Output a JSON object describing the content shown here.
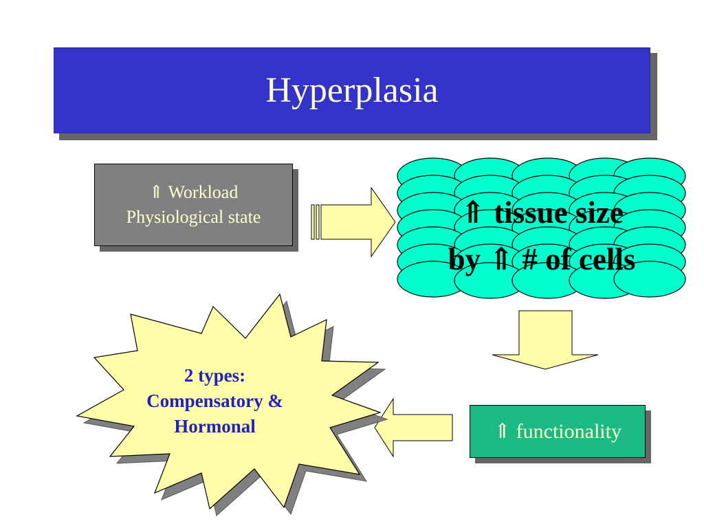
{
  "title": "Hyperplasia",
  "workload": {
    "line1": "⇑ Workload",
    "line2": "Physiological state"
  },
  "tissue": {
    "line1": "⇑ tissue size",
    "line2": "by ⇑ # of cells"
  },
  "functionality": "⇑ functionality",
  "burst": {
    "line1": "2 types:",
    "line2": "Compensatory &",
    "line3": "Hormonal"
  },
  "colors": {
    "title_bg": "#3333cc",
    "title_text": "#ffffcc",
    "workload_bg": "#808080",
    "cell_fill": "#00ffcc",
    "arrow_fill": "#ffffaa",
    "burst_fill": "#ffffaa",
    "functionality_bg": "#1db985",
    "burst_text": "#2222bb"
  }
}
